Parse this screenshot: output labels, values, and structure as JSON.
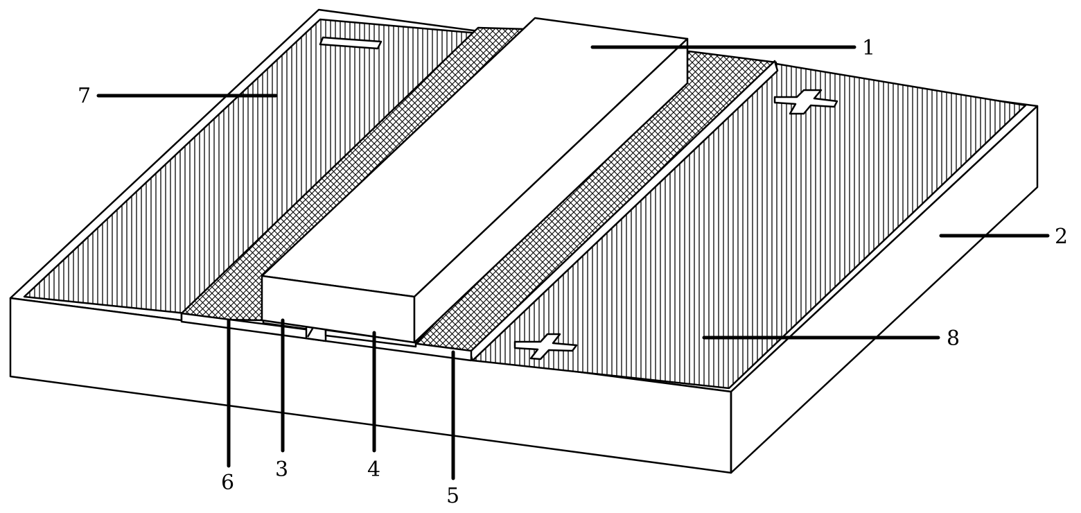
{
  "callouts": [
    {
      "id": "1",
      "text": "1"
    },
    {
      "id": "2",
      "text": "2"
    },
    {
      "id": "3",
      "text": "3"
    },
    {
      "id": "4",
      "text": "4"
    },
    {
      "id": "5",
      "text": "5"
    },
    {
      "id": "6",
      "text": "6"
    },
    {
      "id": "7",
      "text": "7"
    },
    {
      "id": "8",
      "text": "8"
    }
  ],
  "colors": {
    "line": "#000000",
    "fill": "#ffffff"
  }
}
